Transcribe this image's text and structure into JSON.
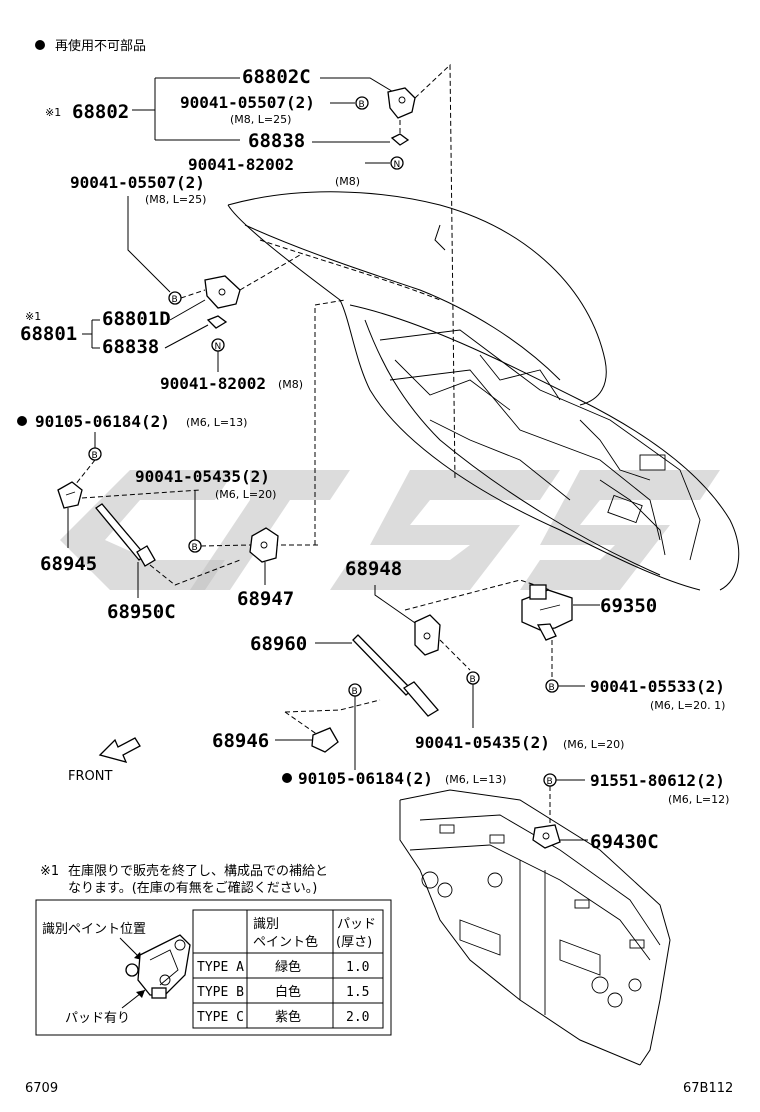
{
  "legend": {
    "bullet_text": "再使用不可部品"
  },
  "labels": {
    "p68802C": "68802C",
    "p68802_mark": "※1",
    "p68802": "68802",
    "b1": "90041-05507(2)",
    "b1_sub": "(M8, L=25)",
    "p68838a": "68838",
    "n1": "90041-82002",
    "n1_sub": "(M8)",
    "b2": "90041-05507(2)",
    "b2_sub": "(M8, L=25)",
    "p68801_mark": "※1",
    "p68801": "68801",
    "p68801D": "68801D",
    "p68838b": "68838",
    "n2": "90041-82002",
    "n2_sub": "(M8)",
    "s1": "90105-06184(2)",
    "s1_sub": "(M6, L=13)",
    "b3": "90041-05435(2)",
    "b3_sub": "(M6, L=20)",
    "p68945": "68945",
    "p68950C": "68950C",
    "p68947": "68947",
    "p68948": "68948",
    "p69350": "69350",
    "p68960": "68960",
    "b4": "90041-05533(2)",
    "b4_sub": "(M6, L=20. 1)",
    "p68946": "68946",
    "b5": "90041-05435(2)",
    "b5_sub": "(M6, L=20)",
    "front": "FRONT",
    "s2": "90105-06184(2)",
    "s2_sub": "(M6, L=13)",
    "b6": "91551-80612(2)",
    "b6_sub": "(M6, L=12)",
    "p69430C": "69430C",
    "marker_b": "B",
    "marker_n": "N"
  },
  "note": {
    "mark": "※1",
    "line1": "在庫限りで販売を終了し、構成品での補給と",
    "line2": "なります。(在庫の有無をご確認ください。)"
  },
  "inset": {
    "paint_label": "識別ペイント位置",
    "pad_label": "パッド有り",
    "headers": [
      "識別\nペイント色",
      "パッド\n(厚さ)"
    ],
    "header_a1": "識別",
    "header_a2": "ペイント色",
    "header_b1": "パッド",
    "header_b2": "(厚さ)",
    "rows": [
      {
        "type": "TYPE A",
        "color": "緑色",
        "pad": "1.0"
      },
      {
        "type": "TYPE B",
        "color": "白色",
        "pad": "1.5"
      },
      {
        "type": "TYPE C",
        "color": "紫色",
        "pad": "2.0"
      }
    ]
  },
  "footer": {
    "left_code": "6709",
    "right_code": "67B112"
  }
}
